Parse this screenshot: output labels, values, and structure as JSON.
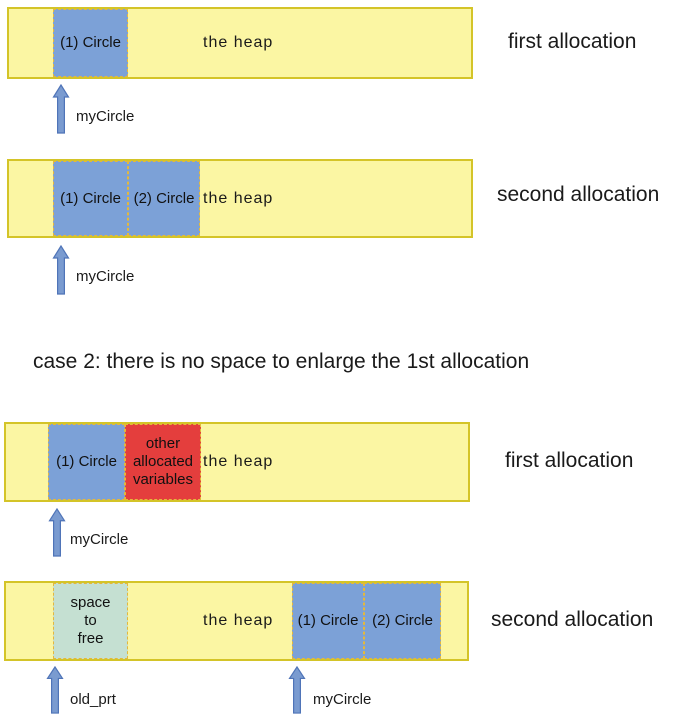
{
  "palette": {
    "heap_yellow": "#FBF6A3",
    "bar_border": "#D4C428",
    "dashed_border": "#E4B83C",
    "allocation_blue": "#7CA1D7",
    "other_red": "#E43E3D",
    "free_green": "#C5E0D2",
    "arrow_fill": "#7A9BD0",
    "arrow_stroke": "#4F74B8",
    "text": "#1A1A1A"
  },
  "case_heading": "case 2: there is no space to enlarge the 1st allocation",
  "rows": {
    "r1": {
      "side_label": "first allocation",
      "heap_label": "the heap",
      "seg1": "(1) Circle",
      "pointer1": "myCircle"
    },
    "r2": {
      "side_label": "second allocation",
      "heap_label": "the heap",
      "seg1": "(1) Circle",
      "seg2": "(2) Circle",
      "pointer1": "myCircle"
    },
    "r3": {
      "side_label": "first allocation",
      "heap_label": "the heap",
      "seg1": "(1) Circle",
      "seg2": "other\nallocated\nvariables",
      "pointer1": "myCircle"
    },
    "r4": {
      "side_label": "second allocation",
      "heap_label": "the heap",
      "seg_free": "space\nto\nfree",
      "seg1": "(1) Circle",
      "seg2": "(2) Circle",
      "pointer1": "old_prt",
      "pointer2": "myCircle"
    }
  }
}
